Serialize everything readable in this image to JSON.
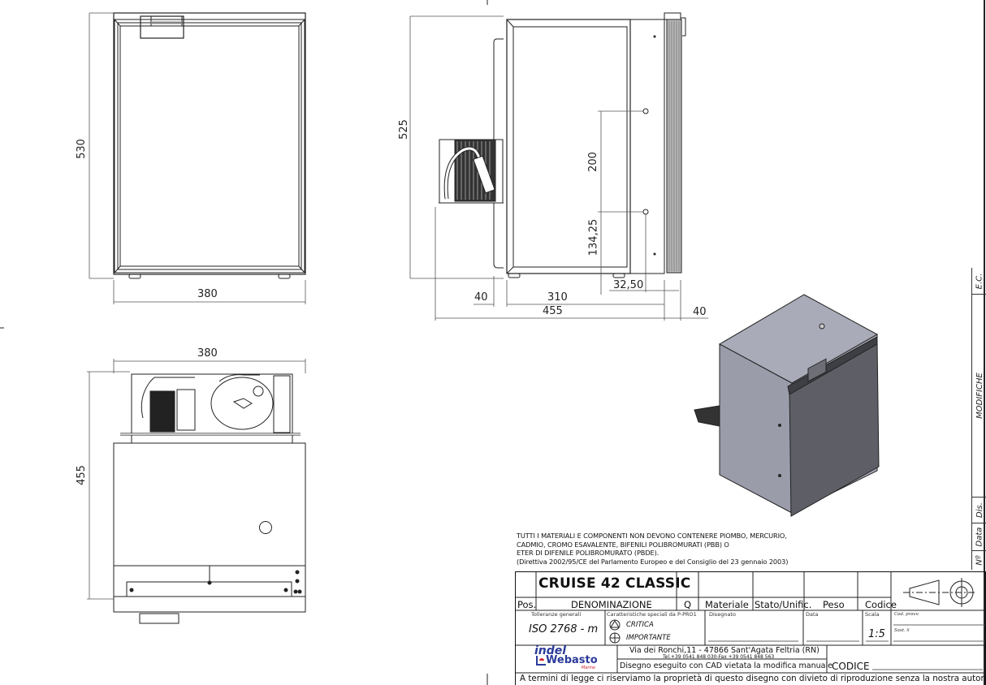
{
  "drawing": {
    "product_name": "CRUISE 42 CLASSIC",
    "views": {
      "front": {
        "width_dim": "380",
        "height_dim": "530"
      },
      "side": {
        "height_dim": "525",
        "hole_spacing_dim": "200",
        "hole_height_dim": "134,25",
        "hole_offset_dim": "32,50",
        "rear_offset_dim": "40",
        "body_depth_dim": "310",
        "overall_depth_dim": "455",
        "door_depth_dim": "40"
      },
      "top": {
        "width_dim": "380",
        "depth_dim": "455"
      }
    },
    "compliance_note": [
      "TUTTI I MATERIALI E COMPONENTI NON DEVONO CONTENERE PIOMBO, MERCURIO,",
      "CADMIO, CROMO ESAVALENTE, BIFENILI POLIBROMURATI (PBB) O",
      "ETER DI DIFENILE POLIBROMURATO (PBDE).",
      "(Direttiva 2002/95/CE del Parlamento Europeo e del Consiglio del 23 gennaio 2003)"
    ]
  },
  "title_block": {
    "headers": {
      "pos": "Pos.",
      "denominazione": "DENOMINAZIONE",
      "q": "Q",
      "materiale": "Materiale",
      "stato": "Stato/Unific.",
      "peso": "Peso",
      "codice": "Codice"
    },
    "tolleranze_label": "Tolleranze generali",
    "tolleranze_value": "ISO 2768 - m",
    "caratteristiche_label": "Caratteristiche speciali da P-PRO1",
    "critica": "CRITICA",
    "importante": "IMPORTANTE",
    "disegnato_label": "Disegnato",
    "data_label": "Data",
    "scala_label": "Scala",
    "scala_value": "1:5",
    "cod_prov_label": "Cod. provv.",
    "sost_label": "Sost. il",
    "logo_top": "indel",
    "logo_bottom": "Webasto",
    "logo_sub": "Marine",
    "address": "Via dei Ronchi,11 - 47866 Sant'Agata Feltria (RN)",
    "phone": "Tel.+39 0541 848 030-Fax +39 0541 848 563",
    "cad_note": "Disegno eseguito con CAD vietata la modifica manuale",
    "codice_label": "CODICE",
    "legal": "A termini di legge ci riserviamo la proprietà di questo disegno con divieto di riproduzione senza la nostra autorizzazione"
  },
  "revision_block": {
    "ec": "E.C.",
    "modifiche": "MODIFICHE",
    "dis": "Dis.",
    "data": "Data",
    "n": "Nº"
  },
  "colors": {
    "line": "#222222",
    "dim_line": "#555555",
    "iso_top": "#a9abb8",
    "iso_side": "#9a9caa",
    "iso_door": "#5e5f66",
    "logo_blue": "#2a3a9a",
    "logo_red": "#d0202a"
  }
}
